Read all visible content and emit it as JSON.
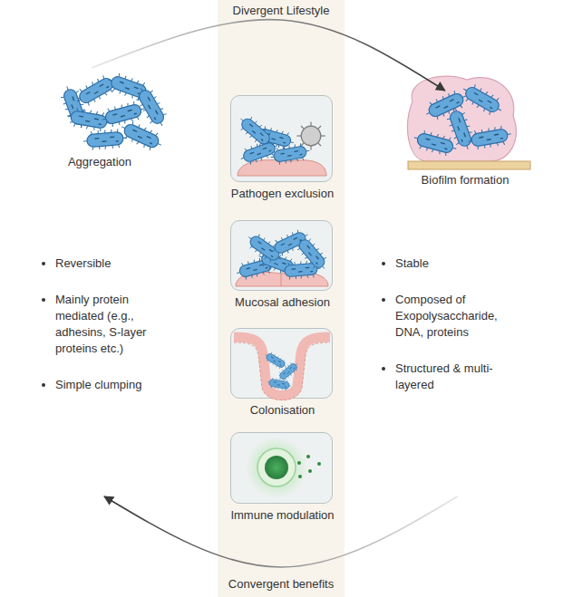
{
  "diagram": {
    "nodes": [
      {
        "text": [
          "Aggregation",
          "Reversible",
          "Mainly protein mediated (e.g., adhesins, S-layer proteins etc.)",
          "Simple clumping"
        ]
      },
      {
        "text": [
          "Biofilm formation",
          "Stable",
          "Composed of Exopolysaccharide, DNA, proteins",
          "Structured & multi-layered"
        ]
      },
      {
        "text": [
          "Pathogen exclusion"
        ]
      },
      {
        "text": [
          "Mucosal adhesion"
        ]
      },
      {
        "text": [
          "Colonisation"
        ]
      },
      {
        "text": [
          "Immune modulation"
        ]
      }
    ],
    "edges": [
      {
        "from": 0,
        "to": 1,
        "arrow": "to",
        "label": "Divergent Lifestyle"
      },
      {
        "from": 1,
        "to": 0,
        "arrow": "to",
        "label": "Convergent benefits"
      }
    ]
  }
}
